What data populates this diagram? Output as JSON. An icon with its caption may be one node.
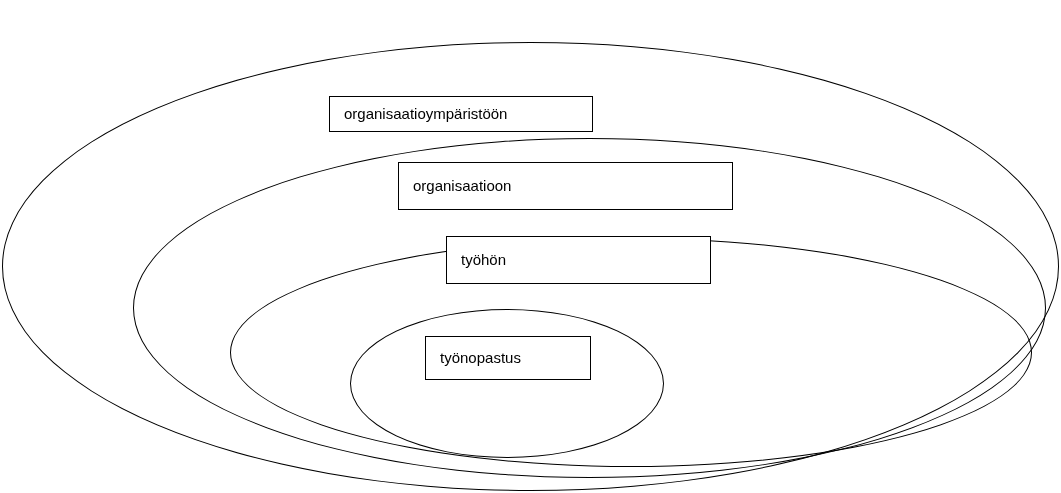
{
  "diagram": {
    "nodes": [
      {
        "text": [],
        "shape": "ellipse"
      },
      {
        "text": [
          "organisaatioympäristöön"
        ],
        "in": 0
      },
      {
        "text": [],
        "shape": "ellipse",
        "in": 0
      },
      {
        "text": [
          "organisaatioon"
        ],
        "in": 2
      },
      {
        "text": [],
        "shape": "ellipse",
        "in": 2
      },
      {
        "text": [
          "työhön"
        ],
        "in": 4
      },
      {
        "text": [],
        "shape": "ellipse",
        "in": 4
      },
      {
        "text": [
          "työnopastus"
        ],
        "in": 6
      }
    ]
  }
}
